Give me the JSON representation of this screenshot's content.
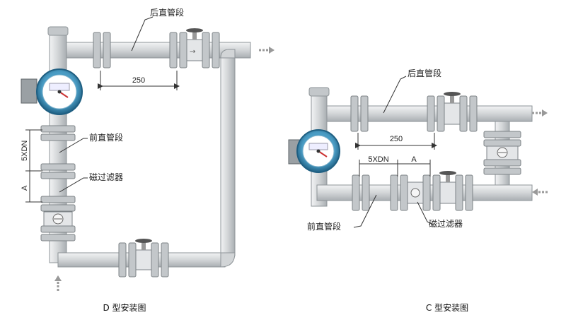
{
  "diagram_d": {
    "label_rear_straight": "后直管段",
    "label_front_straight": "前直管段",
    "label_magnetic_filter": "磁过滤器",
    "dim_250": "250",
    "dim_5xdn": "5XDN",
    "dim_a": "A",
    "caption": "D 型安装图"
  },
  "diagram_c": {
    "label_rear_straight": "后直管段",
    "label_front_straight": "前直管段",
    "label_magnetic_filter": "磁过滤器",
    "dim_250": "250",
    "dim_5xdn": "5XDN",
    "dim_a": "A",
    "caption": "C 型安装图"
  },
  "colors": {
    "pipe": "#d7dadc",
    "pipe_edge": "#8e9498",
    "flange": "#c3c7ca",
    "meter_ring": "#2f7fa8",
    "meter_face": "#ffffff"
  }
}
